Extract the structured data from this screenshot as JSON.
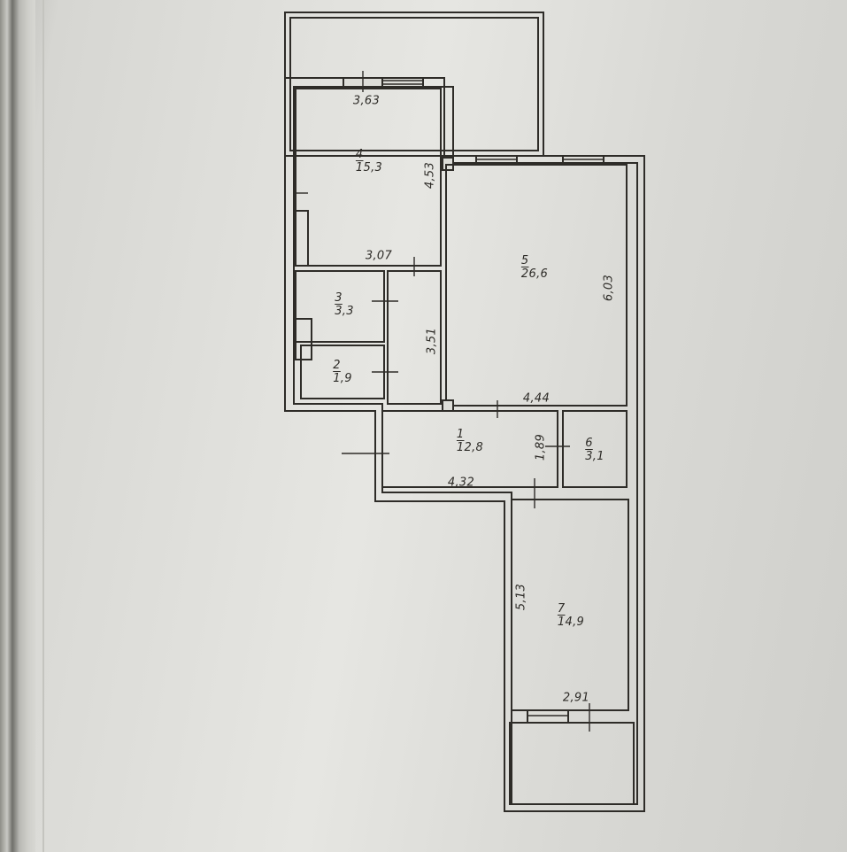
{
  "plan": {
    "rooms": [
      {
        "number": "1",
        "area": "12,8"
      },
      {
        "number": "2",
        "area": "1,9"
      },
      {
        "number": "3",
        "area": "3,3"
      },
      {
        "number": "4",
        "area": "15,3"
      },
      {
        "number": "5",
        "area": "26,6"
      },
      {
        "number": "6",
        "area": "3,1"
      },
      {
        "number": "7",
        "area": "14,9"
      }
    ],
    "dimensions": {
      "room4_width": "3,63",
      "room4_depth": "4,53",
      "room4_bottom": "3,07",
      "corridor_length": "3,51",
      "room5_depth": "6,03",
      "room5_width": "4,44",
      "room1_depth": "1,89",
      "room1_width": "4,32",
      "room7_depth": "5,13",
      "room7_width": "2,91"
    }
  }
}
